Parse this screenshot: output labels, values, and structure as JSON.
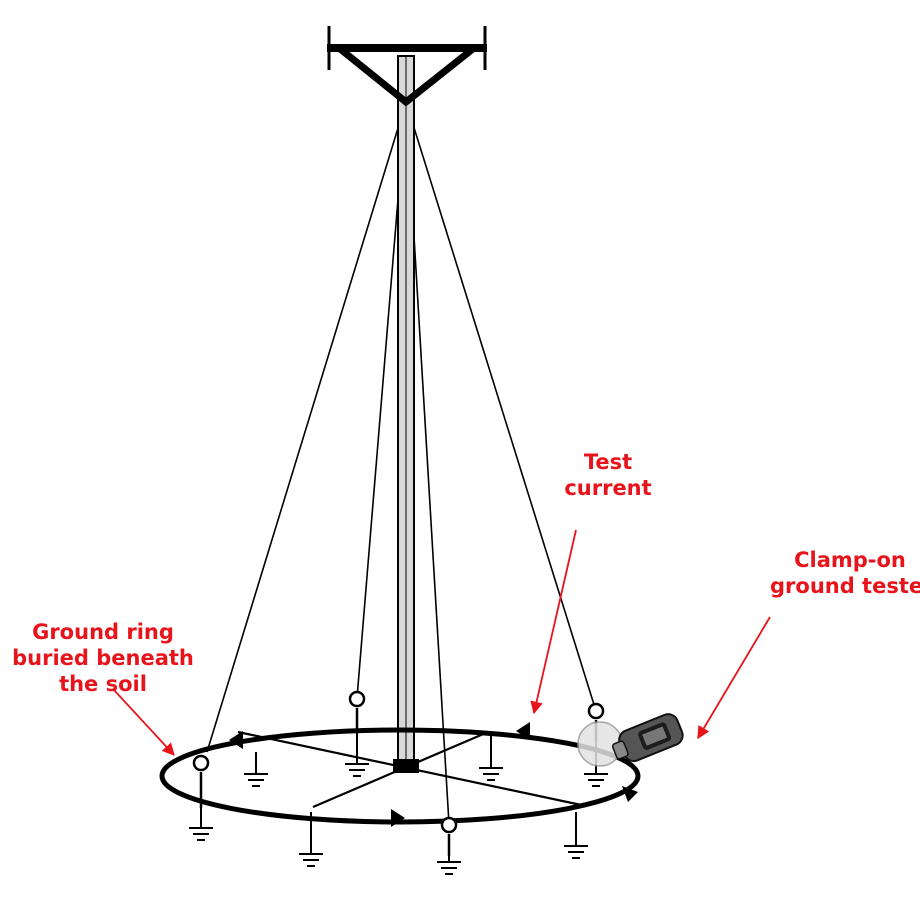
{
  "labels": {
    "test_current": [
      "Test",
      "current"
    ],
    "clamp_on": [
      "Clamp-on",
      "ground tester"
    ],
    "ground_ring": [
      "Ground ring",
      "buried beneath",
      "the soil"
    ]
  },
  "colors": {
    "annotation": "#e8141b",
    "line": "#000000",
    "mast_fill": "#d8d8d8"
  }
}
